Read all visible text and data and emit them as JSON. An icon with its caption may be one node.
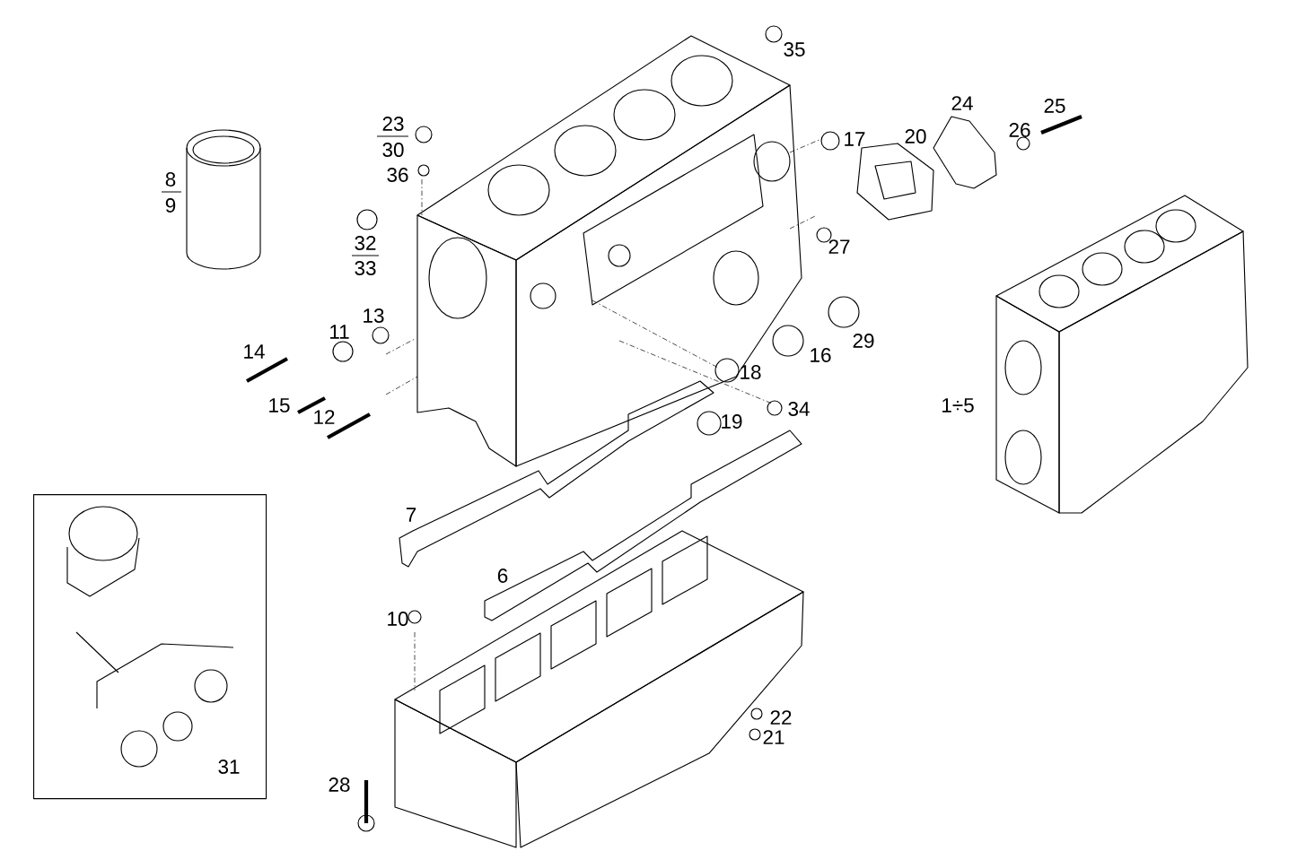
{
  "diagram": {
    "nodes": [
      {
        "text": [
          "31"
        ]
      }
    ],
    "labels": [
      "35",
      "24",
      "25",
      "23",
      "30",
      "17",
      "20",
      "26",
      "36",
      "8",
      "9",
      "32",
      "33",
      "27",
      "13",
      "11",
      "29",
      "14",
      "16",
      "18",
      "15",
      "1÷5",
      "34",
      "12",
      "19",
      "7",
      "6",
      "10",
      "22",
      "21",
      "28"
    ]
  }
}
